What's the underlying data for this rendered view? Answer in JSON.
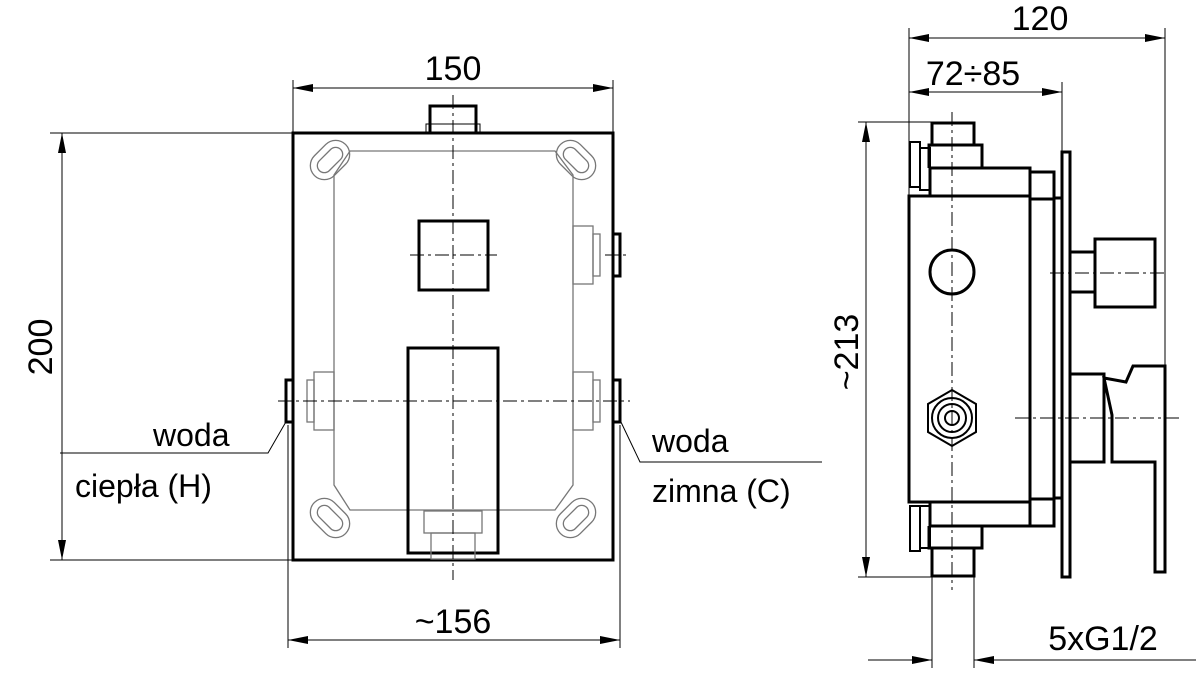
{
  "front_view": {
    "dim_width_top": "150",
    "dim_width_bottom": "~156",
    "dim_height": "200",
    "label_hot_line1": "woda",
    "label_hot_line2": "ciepła (H)",
    "label_cold_line1": "woda",
    "label_cold_line2": "zimna (C)"
  },
  "side_view": {
    "dim_depth_total": "120",
    "dim_depth_range": "72÷85",
    "dim_height": "~213",
    "dim_thread": "5xG1/2"
  },
  "colors": {
    "line": "#000000",
    "background": "#ffffff"
  }
}
